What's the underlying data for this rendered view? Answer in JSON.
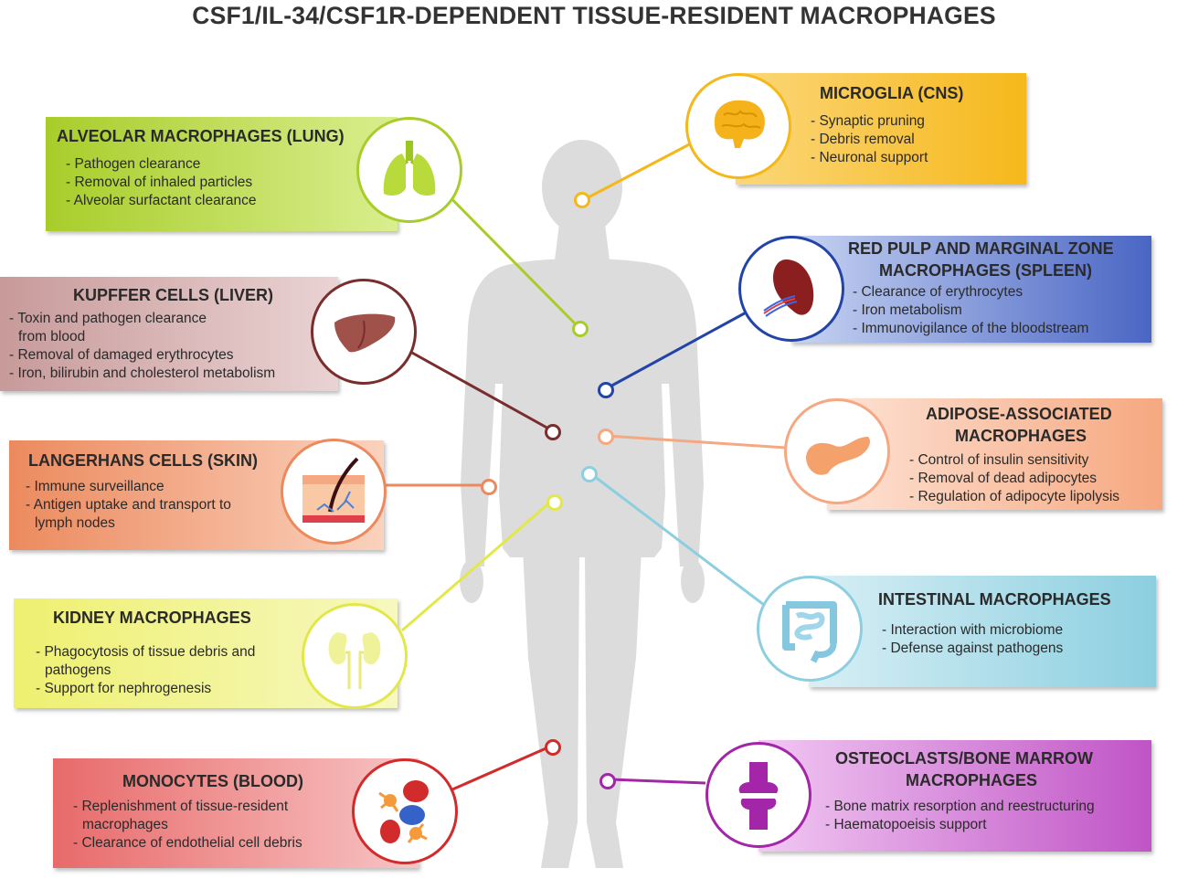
{
  "title": "CSF1/IL-34/CSF1R-DEPENDENT TISSUE-RESIDENT MACROPHAGES",
  "colors": {
    "lung": "#a8cd2a",
    "liver": "#7a2d2d",
    "skin": "#ec8a5e",
    "kidney": "#e3e84a",
    "blood": "#d12b2b",
    "cns": "#f4b81a",
    "spleen": "#2244a8",
    "adipose": "#f5a882",
    "intestine": "#8ccfe0",
    "bone": "#a326a8"
  },
  "panels": {
    "lung": {
      "title": "ALVEOLAR MACROPHAGES (LUNG)",
      "items": [
        "- Pathogen clearance",
        "- Removal of inhaled particles",
        "- Alveolar surfactant clearance"
      ],
      "icon": "lungs-icon"
    },
    "liver": {
      "title": "KUPFFER CELLS (LIVER)",
      "items": [
        "- Toxin and pathogen clearance",
        "from blood",
        "- Removal of damaged erythrocytes",
        "- Iron, bilirubin and cholesterol metabolism"
      ],
      "icon": "liver-icon"
    },
    "skin": {
      "title": "LANGERHANS CELLS (SKIN)",
      "items": [
        "- Immune surveillance",
        "- Antigen uptake and transport to",
        "lymph nodes"
      ],
      "icon": "skin-hair-follicle-icon"
    },
    "kidney": {
      "title": "KIDNEY MACROPHAGES",
      "items": [
        "- Phagocytosis of tissue debris and",
        "pathogens",
        "- Support for nephrogenesis"
      ],
      "icon": "kidneys-icon"
    },
    "blood": {
      "title": "MONOCYTES (BLOOD)",
      "items": [
        "- Replenishment of tissue-resident",
        "macrophages",
        "- Clearance of endothelial cell debris"
      ],
      "icon": "blood-cells-icon"
    },
    "cns": {
      "title": "MICROGLIA (CNS)",
      "items": [
        "- Synaptic pruning",
        "- Debris removal",
        "- Neuronal support"
      ],
      "icon": "brain-icon"
    },
    "spleen": {
      "title_line1": "RED PULP AND MARGINAL ZONE",
      "title_line2": "MACROPHAGES (SPLEEN)",
      "items": [
        "- Clearance of erythrocytes",
        "- Iron metabolism",
        "- Immunovigilance of the bloodstream"
      ],
      "icon": "spleen-icon"
    },
    "adipose": {
      "title_line1": "ADIPOSE-ASSOCIATED",
      "title_line2": "MACROPHAGES",
      "items": [
        "- Control of insulin sensitivity",
        "- Removal of dead adipocytes",
        "- Regulation of adipocyte lipolysis"
      ],
      "icon": "pancreas-adipose-icon"
    },
    "intestine": {
      "title": "INTESTINAL MACROPHAGES",
      "items": [
        "- Interaction with microbiome",
        "- Defense against pathogens"
      ],
      "icon": "intestine-icon"
    },
    "bone": {
      "title_line1": "OSTEOCLASTS/BONE MARROW",
      "title_line2": "MACROPHAGES",
      "items": [
        "- Bone matrix resorption and reestructuring",
        "- Haematopoeisis support"
      ],
      "icon": "knee-joint-icon"
    }
  }
}
